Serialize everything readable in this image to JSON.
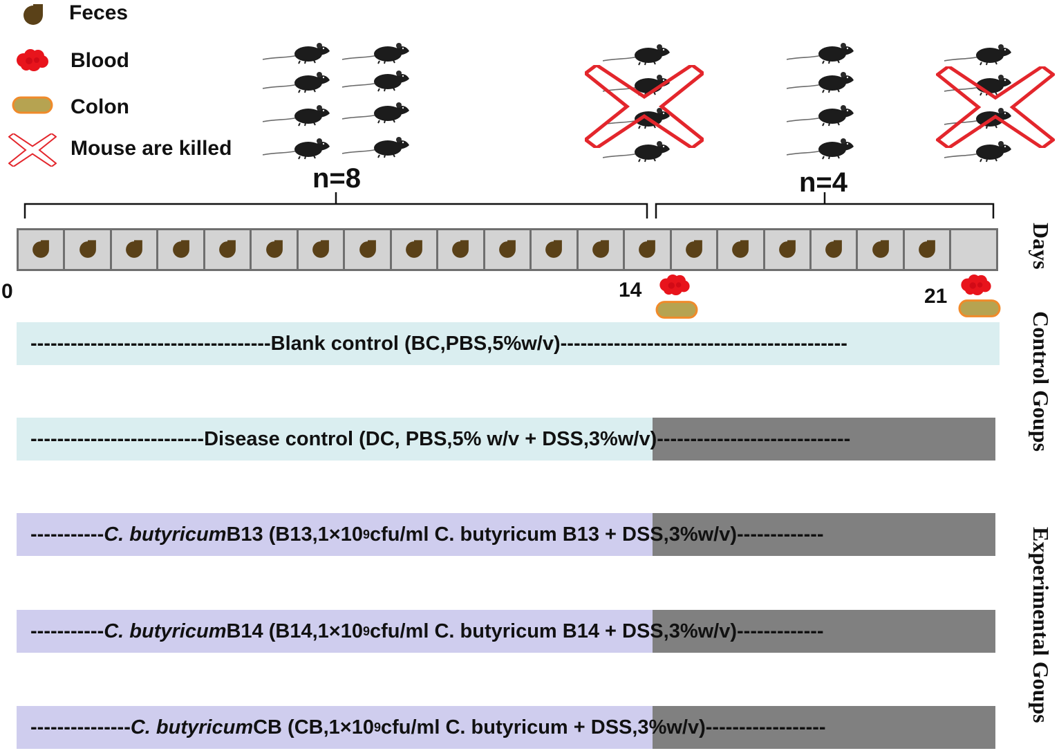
{
  "legend": {
    "feces": "Feces",
    "blood": "Blood",
    "colon": "Colon",
    "killed": "Mouse are killed"
  },
  "phases": {
    "first_n": "n=8",
    "second_n": "n=4"
  },
  "axis": {
    "start": "0",
    "mid": "14",
    "end": "21",
    "title": "Days"
  },
  "groups": {
    "blank": {
      "pre": "------------------------------------",
      "text": "Blank control (BC,PBS,5%w/v)",
      "post": "-------------------------------------------"
    },
    "disease": {
      "pre": "--------------------------",
      "text": "Disease control (DC, PBS,5% w/v + DSS,3%w/v)",
      "post": "-----------------------------"
    },
    "b13": {
      "pre": "-----------",
      "species": "C. butyricum",
      "strain": " B13 (B13,1×10",
      "exp": "9",
      "rest": " cfu/ml  C. butyricum B13 + DSS,3%w/v)",
      "post": "-------------"
    },
    "b14": {
      "pre": "-----------",
      "species": "C. butyricum",
      "strain": " B14 (B14,1×10",
      "exp": "9",
      "rest": " cfu/ml  C. butyricum B14 + DSS,3%w/v)",
      "post": "-------------"
    },
    "cb": {
      "pre": "---------------",
      "species": "C. butyricum",
      "strain": " CB (CB,1×10",
      "exp": "9",
      "rest": " cfu/ml  C. butyricum + DSS,3%w/v)",
      "post": "------------------"
    }
  },
  "side_labels": {
    "control": "Control Goups",
    "experimental": "Experimental Goups"
  },
  "timeline": {
    "total_days": 21,
    "feces_days": 20
  },
  "colors": {
    "feces": "#5a4118",
    "blood": "#e8141c",
    "colon_fill": "#b6a351",
    "colon_border": "#f08a2a",
    "cross": "#e3262c",
    "control_bar": "#daeef0",
    "experimental_bar": "#cfcdee",
    "dss_bar": "#808080",
    "timeline_fill": "#d3d3d3"
  },
  "icons": [
    "feces-icon",
    "blood-icon",
    "colon-icon",
    "killed-cross-icon",
    "mouse-icon"
  ]
}
